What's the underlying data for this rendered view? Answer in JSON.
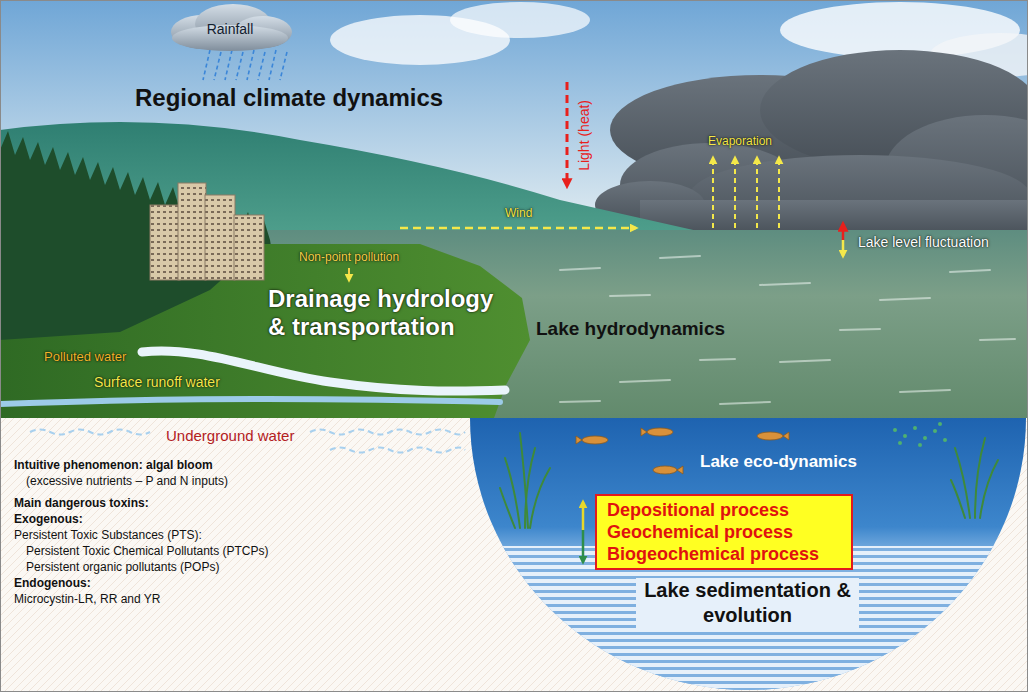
{
  "diagram": {
    "nodes": [
      {
        "text": [
          "Rainfall"
        ]
      },
      {
        "text": [
          "Lake eco-dynamics",
          "Lake sedimentation & evolution"
        ]
      },
      {
        "text": [
          "Depositional process",
          "Geochemical process",
          "Biogeochemical process"
        ],
        "in": 1
      }
    ],
    "labels": [
      "Regional climate dynamics",
      "Light (heat)",
      "Evaporation",
      "Wind",
      "Lake level fluctuation",
      "Non-point pollution",
      "Drainage hydrology & transportation",
      "Lake hydrodynamics",
      "Polluted water",
      "Surface runoff water",
      "Underground water",
      "Intuitive phenomenon: algal bloom",
      "(excessive nutrients – P and N inputs)",
      "Main dangerous toxins:",
      "Exogenous:",
      "Persistent Toxic Substances (PTS):",
      "Persistent Toxic Chemical Pollutants (PTCPs)",
      "Persistent organic pollutants (POPs)",
      "Endogenous:",
      "Microcystin-LR, RR and YR"
    ]
  }
}
